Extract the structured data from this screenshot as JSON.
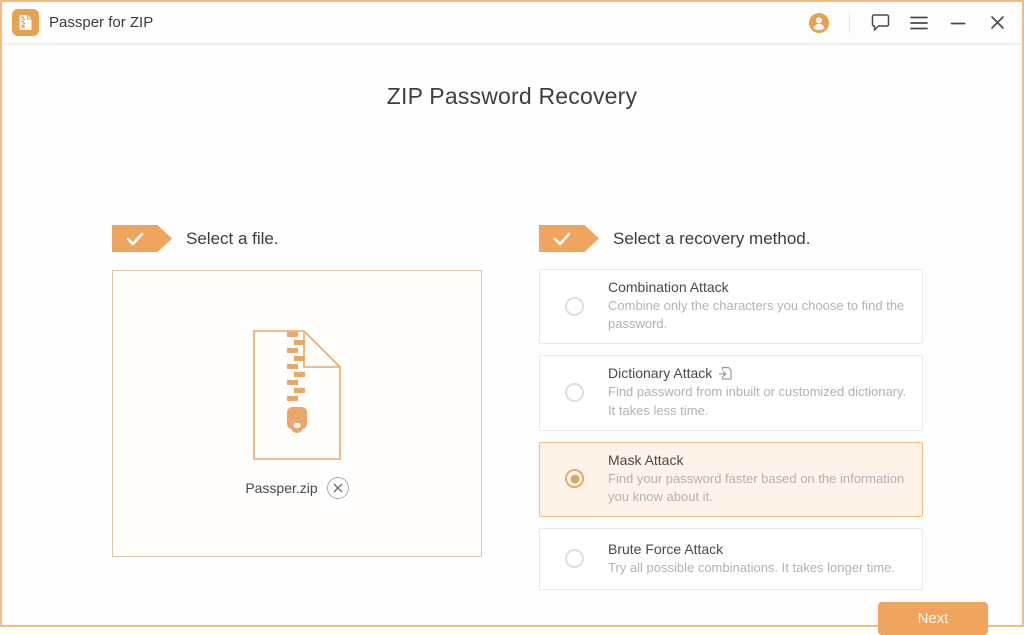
{
  "header": {
    "app_title": "Passper for ZIP"
  },
  "titlebar": {
    "account_icon": "user-avatar",
    "feedback_icon": "speech-bubble",
    "menu_icon": "hamburger-menu",
    "minimize_icon": "minimize",
    "close_icon": "close"
  },
  "main": {
    "page_title": "ZIP Password Recovery",
    "file_step": {
      "label": "Select a file.",
      "file_name": "Passper.zip",
      "remove_icon": "circled-x"
    },
    "method_step": {
      "label": "Select a recovery method.",
      "methods": [
        {
          "title": "Combination Attack",
          "description": "Combine only the characters you choose to find the password.",
          "selected": false
        },
        {
          "title": "Dictionary Attack",
          "description": "Find password from inbuilt or customized dictionary. It takes less time.",
          "selected": false,
          "extra_icon": "import-dictionary-file"
        },
        {
          "title": "Mask Attack",
          "description": "Find your password faster based on the information you know about it.",
          "selected": true
        },
        {
          "title": "Brute Force Attack",
          "description": "Try all possible combinations. It takes longer time.",
          "selected": false
        }
      ]
    },
    "next_label": "Next"
  },
  "colors": {
    "accent_orange": "#efa55e",
    "logo_orange": "#e9a14f",
    "selected_card_bg": "#fdf3e8",
    "selected_card_border": "#f3bc81",
    "file_box_border": "#d9c7a1",
    "card_border": "#e9e9e9",
    "window_border": "#f2bb80",
    "text_dark": "#3f3f3f",
    "text_gray": "#b2b2b2"
  }
}
